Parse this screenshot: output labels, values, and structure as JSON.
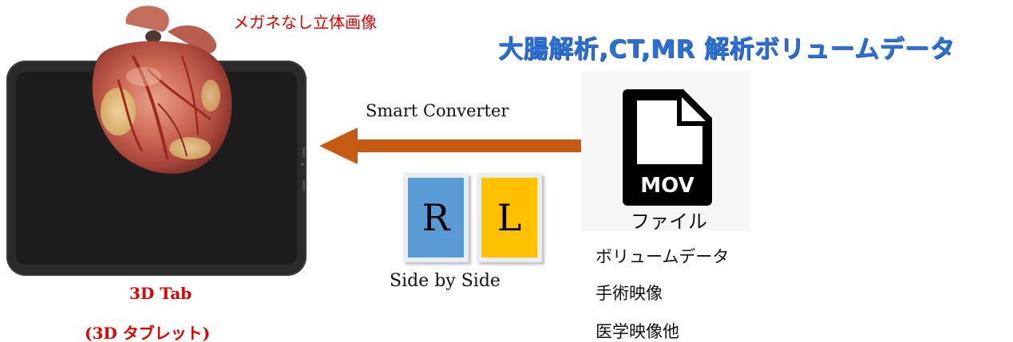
{
  "glasses_free_caption": "メガネなし立体画像",
  "main_title": "大腸解析,CT,MR 解析ボリュームデータ",
  "converter_label": "Smart Converter",
  "tablet": {
    "label": "3D Tab",
    "sublabel": "(3D タブレット)"
  },
  "sbs": {
    "left_letter": "R",
    "right_letter": "L",
    "label": "Side by Side",
    "left_color": "#5a9bd5",
    "right_color": "#ffc000"
  },
  "file": {
    "icon_text": "MOV",
    "label": "ファイル",
    "items": [
      "ボリュームデータ",
      "手術映像",
      "医学映像他"
    ]
  },
  "colors": {
    "arrow": "#c55a11",
    "title": "#2c6ed1",
    "caption": "#e00000"
  },
  "icons": [
    "tablet-device",
    "heart-illustration",
    "left-arrow",
    "mov-file-icon"
  ]
}
